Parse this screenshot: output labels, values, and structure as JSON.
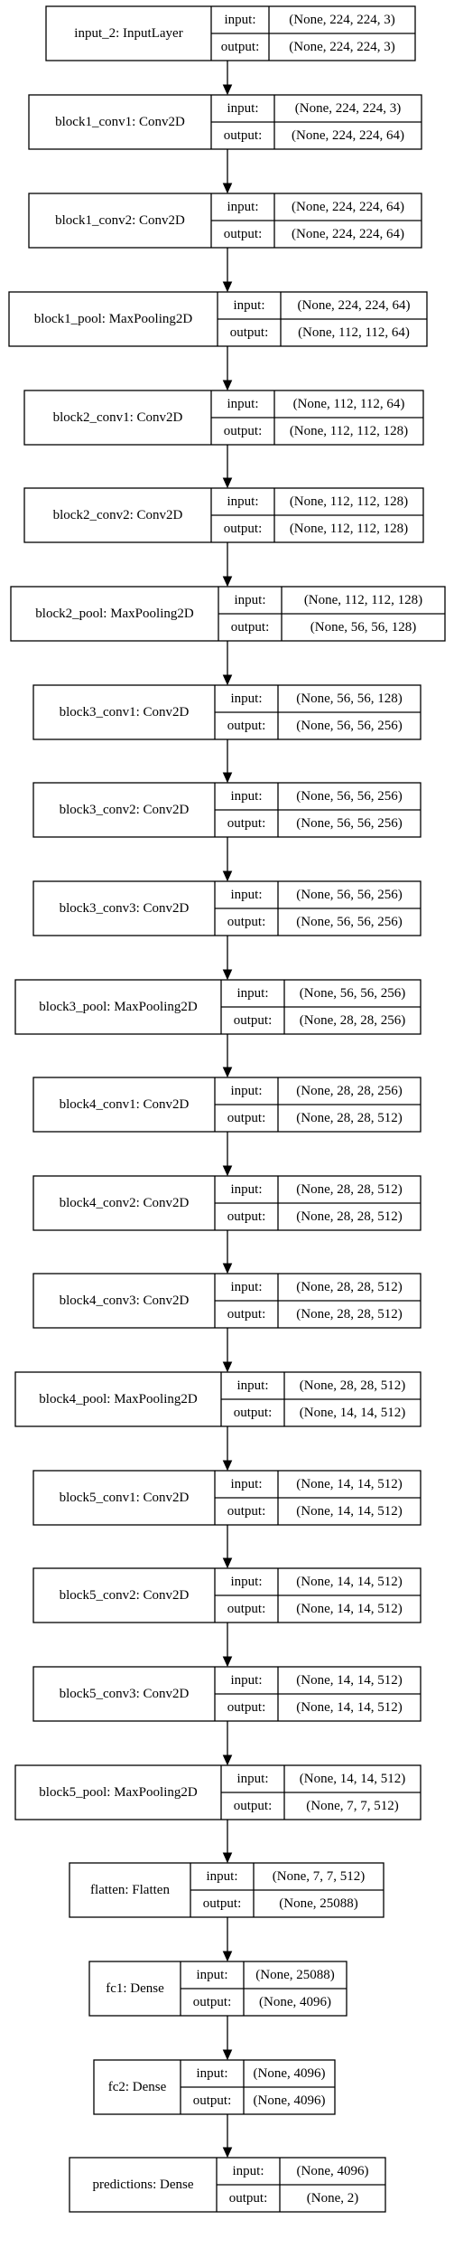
{
  "layers": [
    {
      "name": "input_2: InputLayer",
      "input_label": "input:",
      "output_label": "output:",
      "input": "(None, 224, 224, 3)",
      "output": "(None, 224, 224, 3)"
    },
    {
      "name": "block1_conv1: Conv2D",
      "input_label": "input:",
      "output_label": "output:",
      "input": "(None, 224, 224, 3)",
      "output": "(None, 224, 224, 64)"
    },
    {
      "name": "block1_conv2: Conv2D",
      "input_label": "input:",
      "output_label": "output:",
      "input": "(None, 224, 224, 64)",
      "output": "(None, 224, 224, 64)"
    },
    {
      "name": "block1_pool: MaxPooling2D",
      "input_label": "input:",
      "output_label": "output:",
      "input": "(None, 224, 224, 64)",
      "output": "(None, 112, 112, 64)"
    },
    {
      "name": "block2_conv1: Conv2D",
      "input_label": "input:",
      "output_label": "output:",
      "input": "(None, 112, 112, 64)",
      "output": "(None, 112, 112, 128)"
    },
    {
      "name": "block2_conv2: Conv2D",
      "input_label": "input:",
      "output_label": "output:",
      "input": "(None, 112, 112, 128)",
      "output": "(None, 112, 112, 128)"
    },
    {
      "name": "block2_pool: MaxPooling2D",
      "input_label": "input:",
      "output_label": "output:",
      "input": "(None, 112, 112, 128)",
      "output": "(None, 56, 56, 128)"
    },
    {
      "name": "block3_conv1: Conv2D",
      "input_label": "input:",
      "output_label": "output:",
      "input": "(None, 56, 56, 128)",
      "output": "(None, 56, 56, 256)"
    },
    {
      "name": "block3_conv2: Conv2D",
      "input_label": "input:",
      "output_label": "output:",
      "input": "(None, 56, 56, 256)",
      "output": "(None, 56, 56, 256)"
    },
    {
      "name": "block3_conv3: Conv2D",
      "input_label": "input:",
      "output_label": "output:",
      "input": "(None, 56, 56, 256)",
      "output": "(None, 56, 56, 256)"
    },
    {
      "name": "block3_pool: MaxPooling2D",
      "input_label": "input:",
      "output_label": "output:",
      "input": "(None, 56, 56, 256)",
      "output": "(None, 28, 28, 256)"
    },
    {
      "name": "block4_conv1: Conv2D",
      "input_label": "input:",
      "output_label": "output:",
      "input": "(None, 28, 28, 256)",
      "output": "(None, 28, 28, 512)"
    },
    {
      "name": "block4_conv2: Conv2D",
      "input_label": "input:",
      "output_label": "output:",
      "input": "(None, 28, 28, 512)",
      "output": "(None, 28, 28, 512)"
    },
    {
      "name": "block4_conv3: Conv2D",
      "input_label": "input:",
      "output_label": "output:",
      "input": "(None, 28, 28, 512)",
      "output": "(None, 28, 28, 512)"
    },
    {
      "name": "block4_pool: MaxPooling2D",
      "input_label": "input:",
      "output_label": "output:",
      "input": "(None, 28, 28, 512)",
      "output": "(None, 14, 14, 512)"
    },
    {
      "name": "block5_conv1: Conv2D",
      "input_label": "input:",
      "output_label": "output:",
      "input": "(None, 14, 14, 512)",
      "output": "(None, 14, 14, 512)"
    },
    {
      "name": "block5_conv2: Conv2D",
      "input_label": "input:",
      "output_label": "output:",
      "input": "(None, 14, 14, 512)",
      "output": "(None, 14, 14, 512)"
    },
    {
      "name": "block5_conv3: Conv2D",
      "input_label": "input:",
      "output_label": "output:",
      "input": "(None, 14, 14, 512)",
      "output": "(None, 14, 14, 512)"
    },
    {
      "name": "block5_pool: MaxPooling2D",
      "input_label": "input:",
      "output_label": "output:",
      "input": "(None, 14, 14, 512)",
      "output": "(None, 7, 7, 512)"
    },
    {
      "name": "flatten: Flatten",
      "input_label": "input:",
      "output_label": "output:",
      "input": "(None, 7, 7, 512)",
      "output": "(None, 25088)"
    },
    {
      "name": "fc1: Dense",
      "input_label": "input:",
      "output_label": "output:",
      "input": "(None, 25088)",
      "output": "(None, 4096)"
    },
    {
      "name": "fc2: Dense",
      "input_label": "input:",
      "output_label": "output:",
      "input": "(None, 4096)",
      "output": "(None, 4096)"
    },
    {
      "name": "predictions: Dense",
      "input_label": "input:",
      "output_label": "output:",
      "input": "(None, 4096)",
      "output": "(None, 2)"
    }
  ]
}
